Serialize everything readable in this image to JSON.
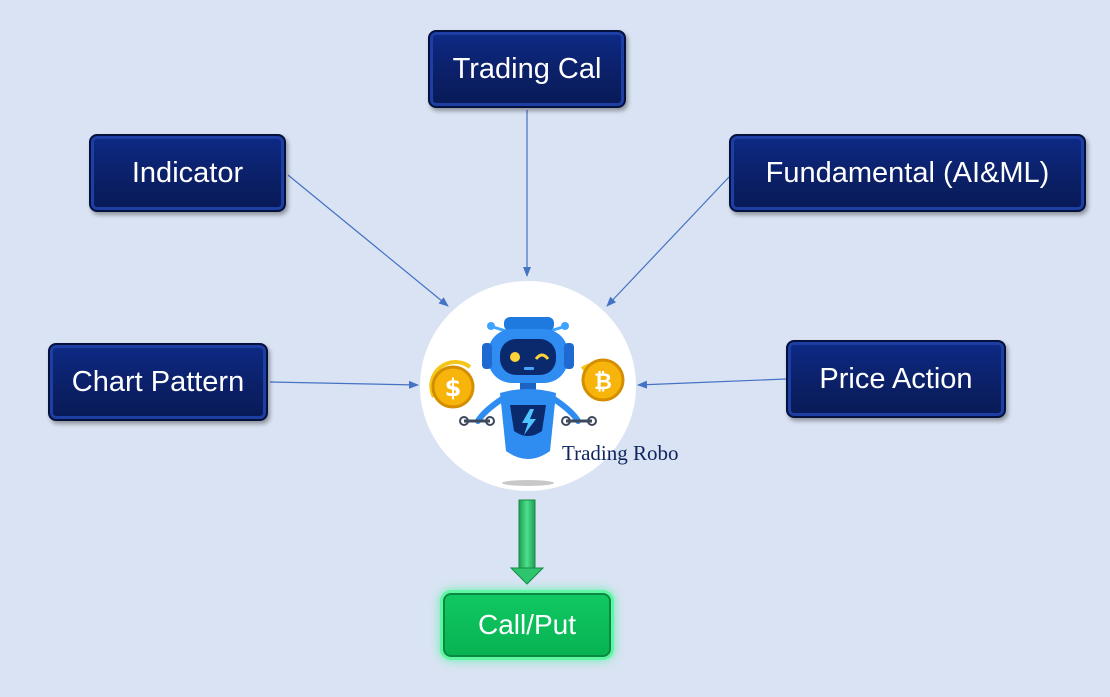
{
  "nodes": {
    "trading_cal": "Trading Cal",
    "indicator": "Indicator",
    "fundamental": "Fundamental (AI&ML)",
    "chart_pattern": "Chart Pattern",
    "price_action": "Price Action",
    "center": "Trading Robo",
    "output": "Call/Put"
  },
  "colors": {
    "background": "#dae3f3",
    "box_fill": "#0b2068",
    "output_fill": "#07b352",
    "connector": "#4472c4"
  },
  "icons": {
    "center": "robot-icon",
    "coins": [
      "dollar-coin-icon",
      "bitcoin-coin-icon"
    ]
  }
}
